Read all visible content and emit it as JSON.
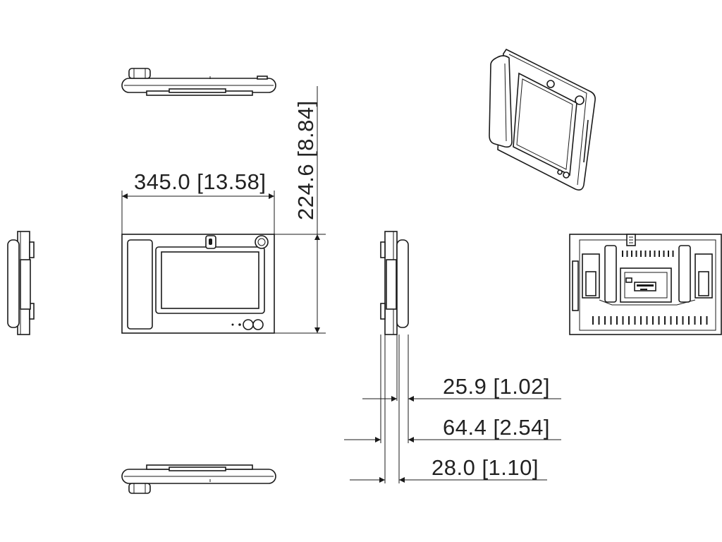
{
  "dimensions": {
    "width": "345.0  [13.58]",
    "height": "224.6  [8.84]",
    "depth_front": "25.9  [1.02]",
    "depth_total": "64.4  [2.54]",
    "depth_back": "28.0  [1.10]"
  }
}
